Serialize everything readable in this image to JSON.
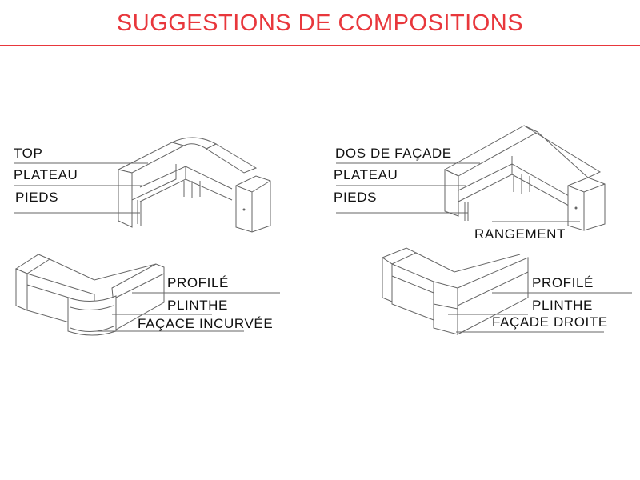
{
  "title": "SUGGESTIONS DE COMPOSITIONS",
  "colors": {
    "accent": "#e8373c"
  },
  "compositions": [
    {
      "labels": [
        "TOP",
        "PLATEAU",
        "PIEDS"
      ]
    },
    {
      "labels": [
        "DOS DE FAÇADE",
        "PLATEAU",
        "PIEDS",
        "RANGEMENT"
      ]
    },
    {
      "labels": [
        "PROFILÉ",
        "PLINTHE",
        "FAÇACE INCURVÉE"
      ]
    },
    {
      "labels": [
        "PROFILÉ",
        "PLINTHE",
        "FAÇADE DROITE"
      ]
    }
  ]
}
